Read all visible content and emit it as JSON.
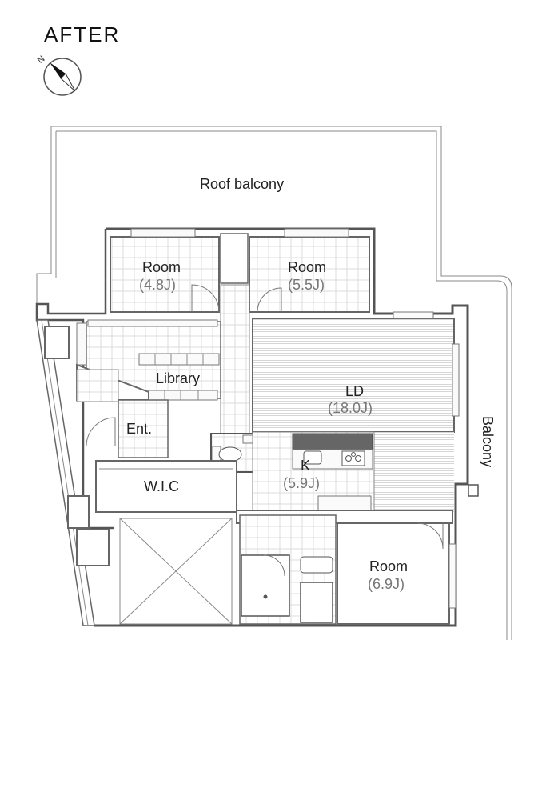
{
  "header": {
    "title": "AFTER",
    "compass_letter": "N"
  },
  "rooms": {
    "roof_balcony": "Roof balcony",
    "room_a": {
      "name": "Room",
      "size": "(4.8J)"
    },
    "room_b": {
      "name": "Room",
      "size": "(5.5J)"
    },
    "library": "Library",
    "ld": {
      "name": "LD",
      "size": "(18.0J)"
    },
    "entrance": "Ent.",
    "kitchen": {
      "name": "K",
      "size": "(5.9J)"
    },
    "wic": "W.I.C",
    "room_c": {
      "name": "Room",
      "size": "(6.9J)"
    },
    "balcony": "Balcony"
  },
  "colors": {
    "wall": "#666666",
    "floor_hatch": "#d6d6d6",
    "text": "#222222",
    "size_text": "#777777"
  }
}
